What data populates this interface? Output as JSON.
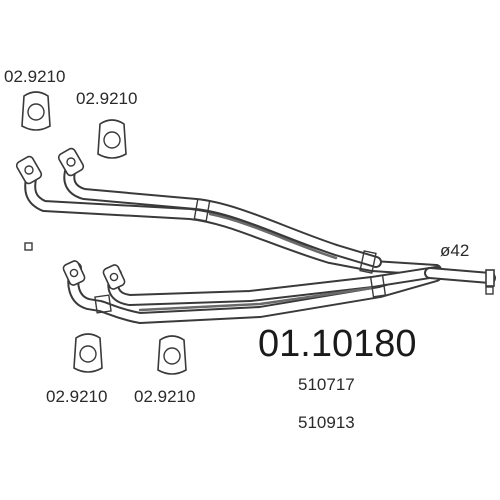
{
  "diagram": {
    "gasket_labels": [
      "02.9210",
      "02.9210",
      "02.9210",
      "02.9210"
    ],
    "part_number": "01.10180",
    "reference_numbers": [
      "510717",
      "510913"
    ],
    "diameter_label": "ø42"
  },
  "colors": {
    "line": "#3a3a3a",
    "text": "#2a2a2a",
    "background": "#ffffff"
  },
  "icons": [
    "gasket-icon",
    "flange-icon",
    "exhaust-pipe-icon",
    "square-marker-icon"
  ]
}
